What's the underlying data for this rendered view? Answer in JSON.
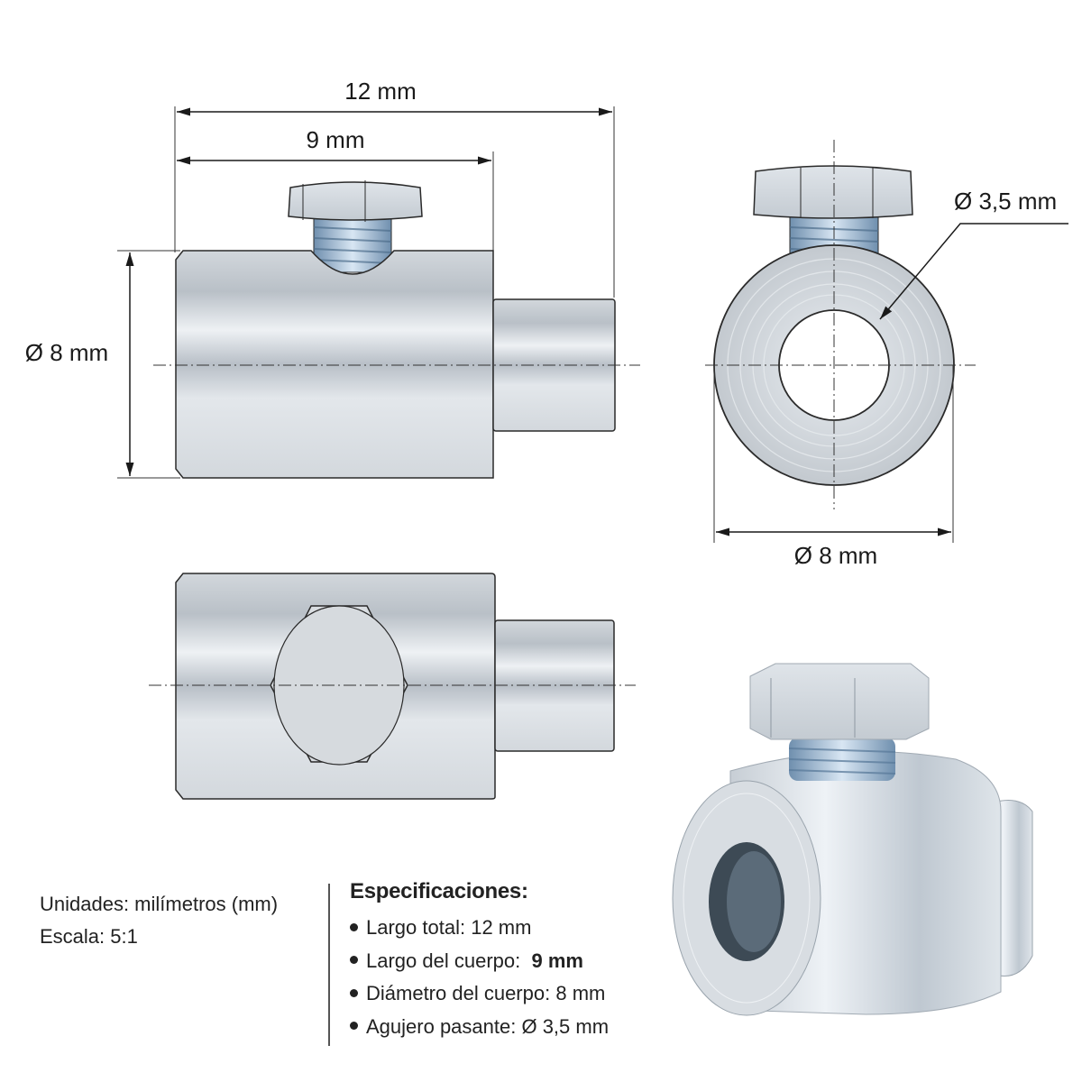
{
  "dimensions": {
    "total_length": "12 mm",
    "body_length": "9 mm",
    "side_diameter": "Ø 8 mm",
    "front_diameter": "Ø 8 mm",
    "hole_diameter": "Ø 3,5 mm"
  },
  "notes": {
    "units": "Unidades: milímetros (mm)",
    "scale": "Escala: 5:1"
  },
  "specs": {
    "title": "Especificaciones:",
    "items": [
      {
        "label": "Largo total:",
        "value": "12 mm",
        "bold": false
      },
      {
        "label": "Largo del cuerpo:",
        "value": "9 mm",
        "bold": true
      },
      {
        "label": "Diámetro del cuerpo:",
        "value": "8 mm",
        "bold": false
      },
      {
        "label": "Agujero pasante:",
        "value": "Ø 3,5 mm",
        "bold": false
      }
    ]
  },
  "colors": {
    "metal_light": "#e4e8ec",
    "metal_mid": "#c9ced4",
    "metal_dark": "#a9b0b8",
    "thread_blue": "#8fb0d0",
    "outline": "#2a2a2a",
    "bore_dark": "#3d4a55"
  },
  "views": [
    "side-view-top",
    "front-view",
    "side-view-bottom",
    "perspective-photo"
  ]
}
